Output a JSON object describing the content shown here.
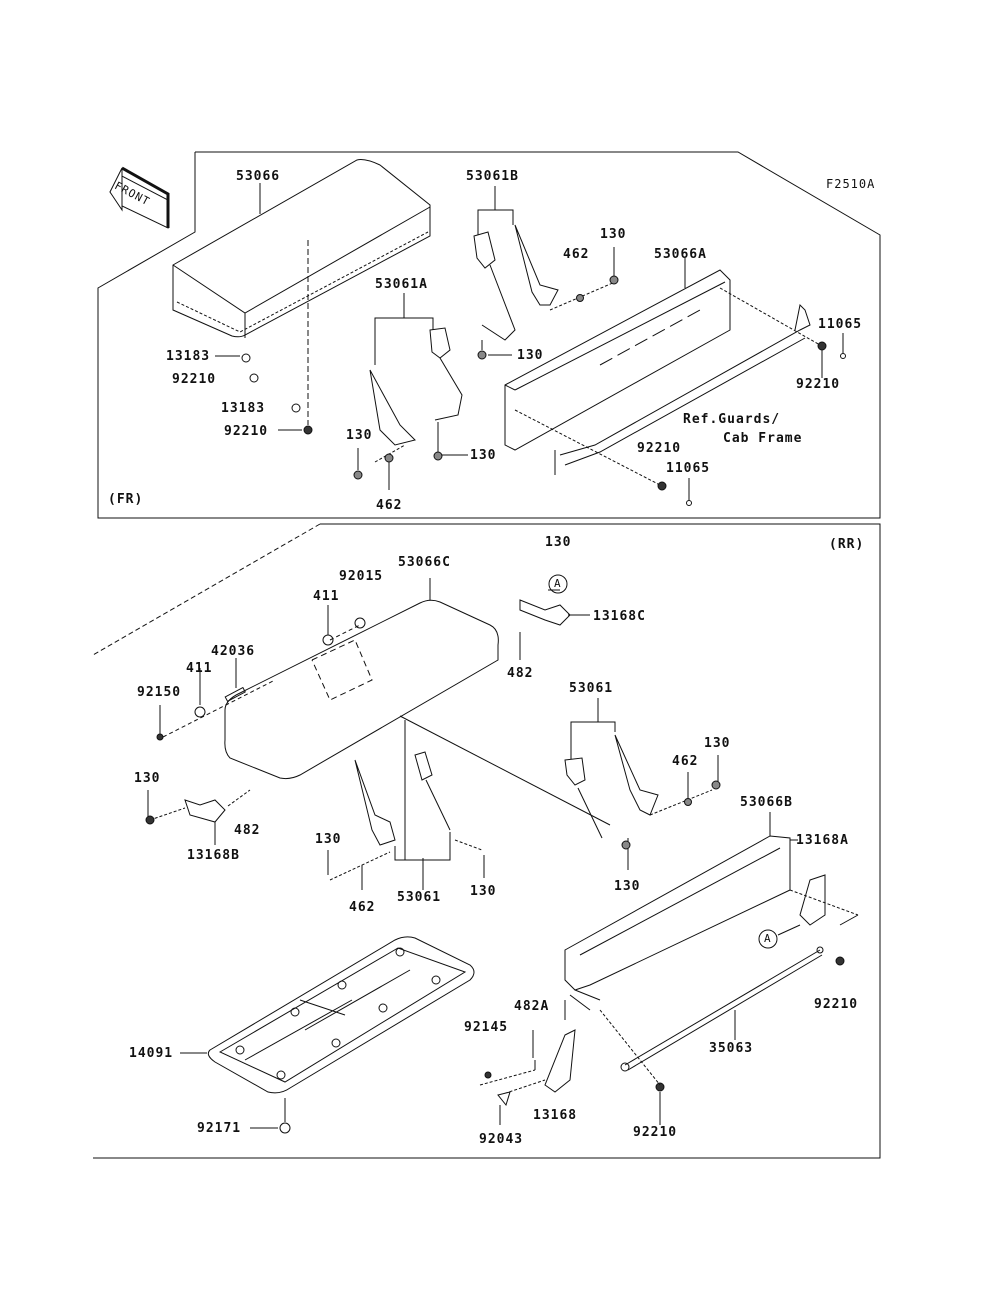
{
  "diagram": {
    "code": "F2510A",
    "front_arrow": "FRONT",
    "sections": {
      "front": "(FR)",
      "rear": "(RR)"
    },
    "reference_note": [
      "Ref.Guards/",
      "Cab Frame"
    ],
    "callout_marker": "A",
    "front_labels": [
      {
        "id": "53066",
        "text": "53066"
      },
      {
        "id": "53061B",
        "text": "53061B"
      },
      {
        "id": "130a",
        "text": "130"
      },
      {
        "id": "462a",
        "text": "462"
      },
      {
        "id": "53066A",
        "text": "53066A"
      },
      {
        "id": "53061A",
        "text": "53061A"
      },
      {
        "id": "130b",
        "text": "130"
      },
      {
        "id": "11065a",
        "text": "11065"
      },
      {
        "id": "13183a",
        "text": "13183"
      },
      {
        "id": "92210a",
        "text": "92210"
      },
      {
        "id": "92210b",
        "text": "92210"
      },
      {
        "id": "13183b",
        "text": "13183"
      },
      {
        "id": "92210c",
        "text": "92210"
      },
      {
        "id": "130c",
        "text": "130"
      },
      {
        "id": "130d",
        "text": "130"
      },
      {
        "id": "92210d",
        "text": "92210"
      },
      {
        "id": "11065b",
        "text": "11065"
      },
      {
        "id": "462b",
        "text": "462"
      }
    ],
    "rear_labels": [
      {
        "id": "130e",
        "text": "130"
      },
      {
        "id": "53066C",
        "text": "53066C"
      },
      {
        "id": "92015",
        "text": "92015"
      },
      {
        "id": "411a",
        "text": "411"
      },
      {
        "id": "13168C",
        "text": "13168C"
      },
      {
        "id": "42036",
        "text": "42036"
      },
      {
        "id": "411b",
        "text": "411"
      },
      {
        "id": "482a",
        "text": "482"
      },
      {
        "id": "92150",
        "text": "92150"
      },
      {
        "id": "53061a",
        "text": "53061"
      },
      {
        "id": "130f",
        "text": "130"
      },
      {
        "id": "462c",
        "text": "462"
      },
      {
        "id": "130g",
        "text": "130"
      },
      {
        "id": "482b",
        "text": "482"
      },
      {
        "id": "13168B",
        "text": "13168B"
      },
      {
        "id": "130h",
        "text": "130"
      },
      {
        "id": "130i",
        "text": "130"
      },
      {
        "id": "53066B",
        "text": "53066B"
      },
      {
        "id": "13168A",
        "text": "13168A"
      },
      {
        "id": "462d",
        "text": "462"
      },
      {
        "id": "53061b",
        "text": "53061"
      },
      {
        "id": "130j",
        "text": "130"
      },
      {
        "id": "92210e",
        "text": "92210"
      },
      {
        "id": "482A",
        "text": "482A"
      },
      {
        "id": "92145",
        "text": "92145"
      },
      {
        "id": "35063",
        "text": "35063"
      },
      {
        "id": "14091",
        "text": "14091"
      },
      {
        "id": "13168",
        "text": "13168"
      },
      {
        "id": "92043",
        "text": "92043"
      },
      {
        "id": "92210f",
        "text": "92210"
      },
      {
        "id": "92171",
        "text": "92171"
      }
    ]
  }
}
